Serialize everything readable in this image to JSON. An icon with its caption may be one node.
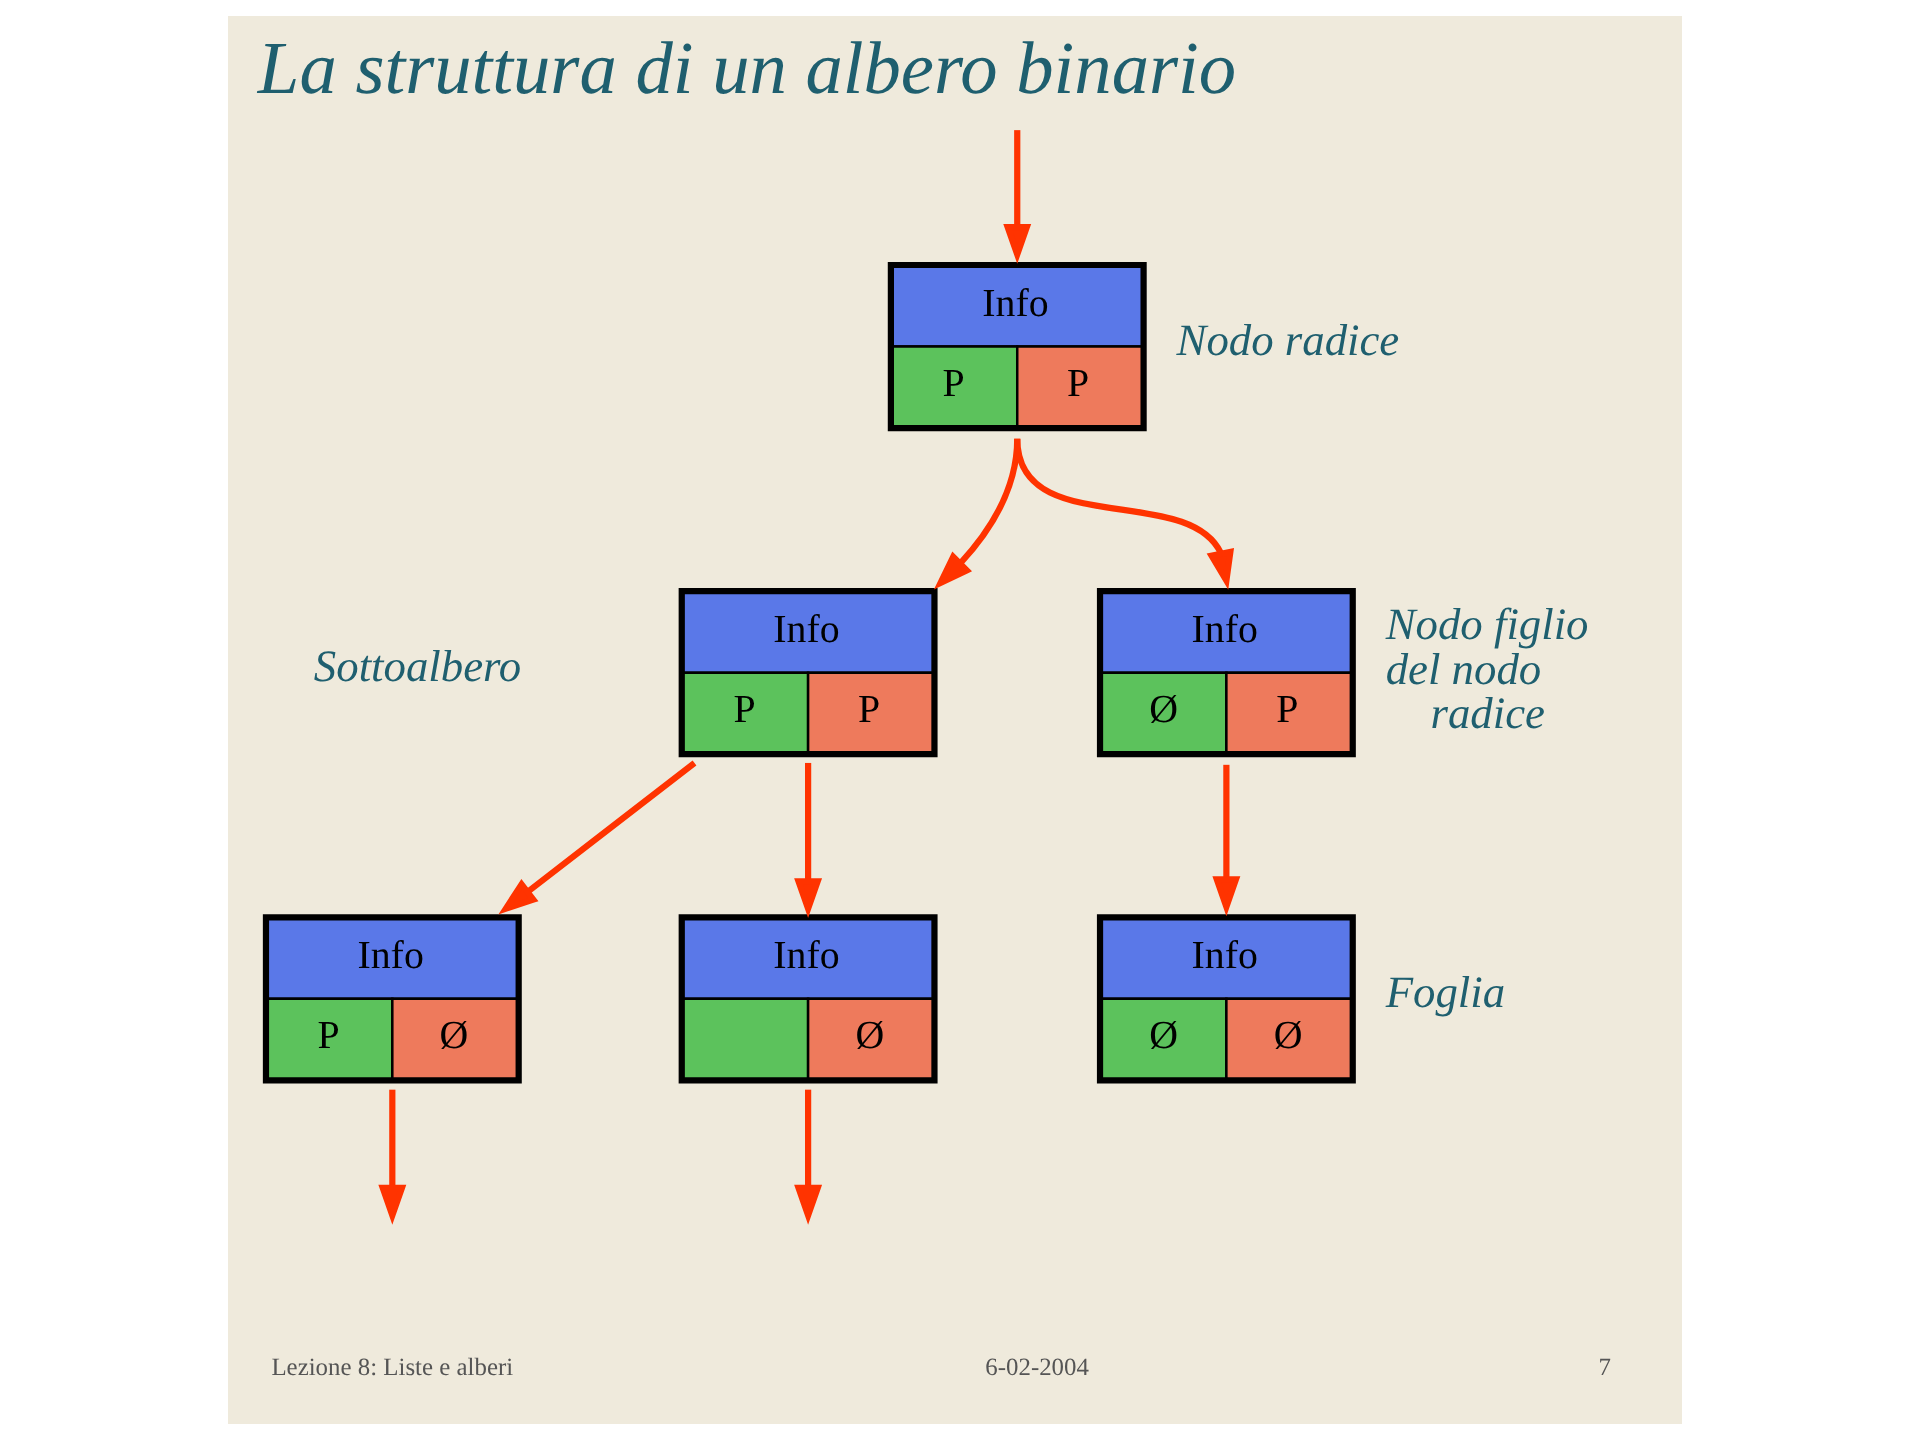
{
  "diagram": {
    "title": "La struttura di un albero binario",
    "nodes": [
      {
        "text": [
          "Info",
          "P",
          "P"
        ],
        "beside": [
          "Nodo radice"
        ]
      },
      {
        "text": [
          "Info",
          "P",
          "P"
        ]
      },
      {
        "text": [
          "Info",
          "Ø",
          "P"
        ],
        "beside": [
          "Nodo figlio del nodo radice"
        ]
      },
      {
        "text": [
          "Info",
          "P",
          "Ø"
        ]
      },
      {
        "text": [
          "Info",
          "Ø"
        ]
      },
      {
        "text": [
          "Info",
          "Ø",
          "Ø"
        ],
        "beside": [
          "Foglia"
        ]
      }
    ],
    "edges": [
      {
        "from": null,
        "to": 0,
        "arrow": "to"
      },
      {
        "from": 0,
        "to": 1,
        "arrow": "to"
      },
      {
        "from": 0,
        "to": 2,
        "arrow": "to"
      },
      {
        "from": 1,
        "to": 3,
        "arrow": "to"
      },
      {
        "from": 1,
        "to": 4,
        "arrow": "to"
      },
      {
        "from": 2,
        "to": 5,
        "arrow": "to"
      },
      {
        "from": 3,
        "to": null,
        "arrow": "to"
      },
      {
        "from": 4,
        "to": null,
        "arrow": "to"
      }
    ],
    "labels": [
      "Sottoalbero",
      "Lezione 8: Liste e alberi",
      "6-02-2004",
      "7"
    ]
  }
}
